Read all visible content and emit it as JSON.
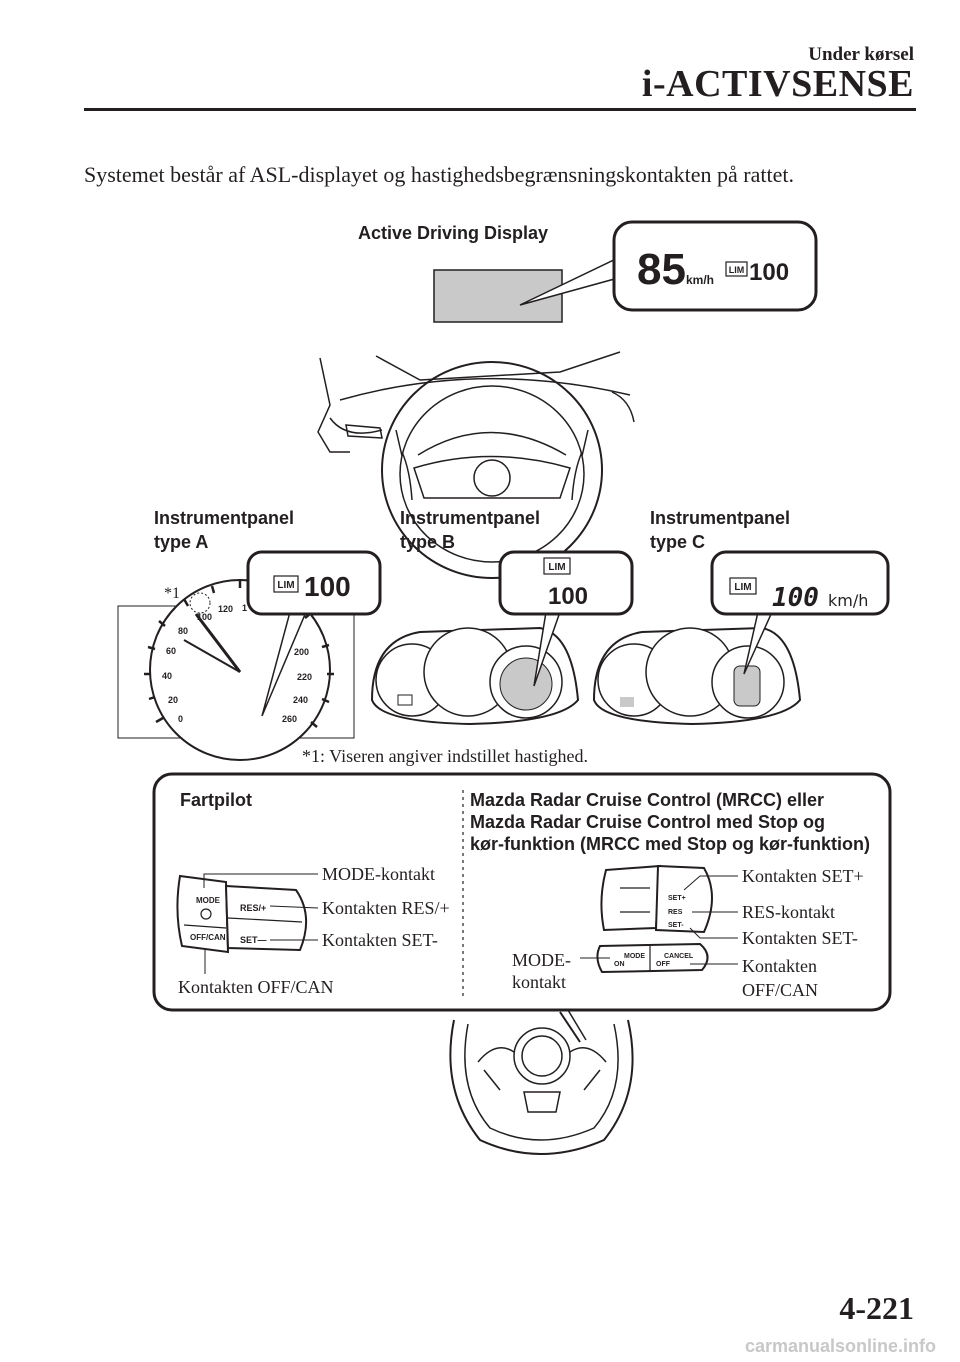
{
  "header": {
    "section": "Under kørsel",
    "title": "i-ACTIVSENSE"
  },
  "intro": "Systemet består af ASL-displayet og hastighedsbegrænsningskontakten på rattet.",
  "active_display": {
    "label": "Active Driving Display",
    "speed": "85",
    "speed_unit": "km/h",
    "lim_badge": "LIM",
    "limit": "100"
  },
  "panels": [
    {
      "title_line1": "Instrumentpanel",
      "title_line2": "type A",
      "lim_badge": "LIM",
      "limit": "100"
    },
    {
      "title_line1": "Instrumentpanel",
      "title_line2": "type B",
      "lim_badge": "LIM",
      "limit": "100"
    },
    {
      "title_line1": "Instrumentpanel",
      "title_line2": "type C",
      "lim_badge": "LIM",
      "limit": "100",
      "unit": "km/h"
    }
  ],
  "speedometer": {
    "marker": "*1",
    "ticks": [
      "0",
      "20",
      "40",
      "60",
      "80",
      "100",
      "120",
      "1",
      "200",
      "220",
      "240",
      "260"
    ]
  },
  "footnote": "*1: Viseren angiver indstillet hastighed.",
  "controls": {
    "left_title": "Fartpilot",
    "right_title_lines": [
      "Mazda Radar Cruise Control (MRCC) eller",
      "Mazda Radar Cruise Control med Stop og",
      "kør-funktion (MRCC med Stop og kør-funktion)"
    ],
    "left_labels": {
      "mode": "MODE-kontakt",
      "res": "Kontakten RES/+",
      "set": "Kontakten SET-",
      "offcan": "Kontakten OFF/CAN"
    },
    "left_switch_text": {
      "mode": "MODE",
      "res": "RES/+",
      "offcan": "OFF/CAN",
      "set": "SET—"
    },
    "right_labels": {
      "setplus": "Kontakten SET+",
      "res": "RES-kontakt",
      "setminus": "Kontakten SET-",
      "offcan_line1": "Kontakten",
      "offcan_line2": "OFF/CAN",
      "mode_line1": "MODE-",
      "mode_line2": "kontakt"
    },
    "right_switch_text": {
      "setplus": "SET+",
      "res": "RES",
      "setminus": "SET-",
      "on": "ON",
      "mode": "MODE",
      "off": "OFF",
      "cancel": "CANCEL"
    }
  },
  "page_number": "4-221",
  "footer_url": "carmanualsonline.info"
}
